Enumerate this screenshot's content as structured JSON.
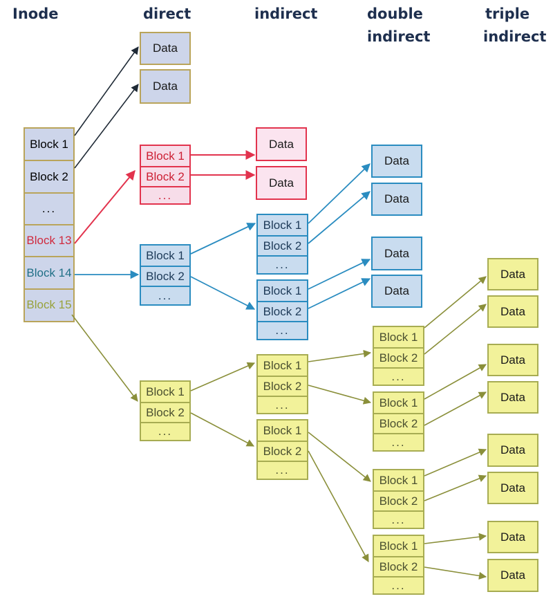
{
  "headers": {
    "inode": "Inode",
    "direct": "direct",
    "indirect": "indirect",
    "double_line1": "double",
    "double_line2": "indirect",
    "triple_line1": "triple",
    "triple_line2": "indirect"
  },
  "inode_cells": [
    "Block 1",
    "Block 2",
    "...",
    "Block 13",
    "Block 14",
    "Block 15"
  ],
  "block_labels": {
    "b1": "Block 1",
    "b2": "Block 2",
    "dots": "..."
  },
  "data_label": "Data",
  "colors": {
    "gray_fill": "#cdd5ea",
    "red": "#e2334d",
    "blue": "#2a8cc0",
    "olive": "#8a8f3a",
    "yellow_fill": "#f2f29a",
    "dark_arrow": "#1f2a36",
    "header_text": "#1e2f4e"
  }
}
